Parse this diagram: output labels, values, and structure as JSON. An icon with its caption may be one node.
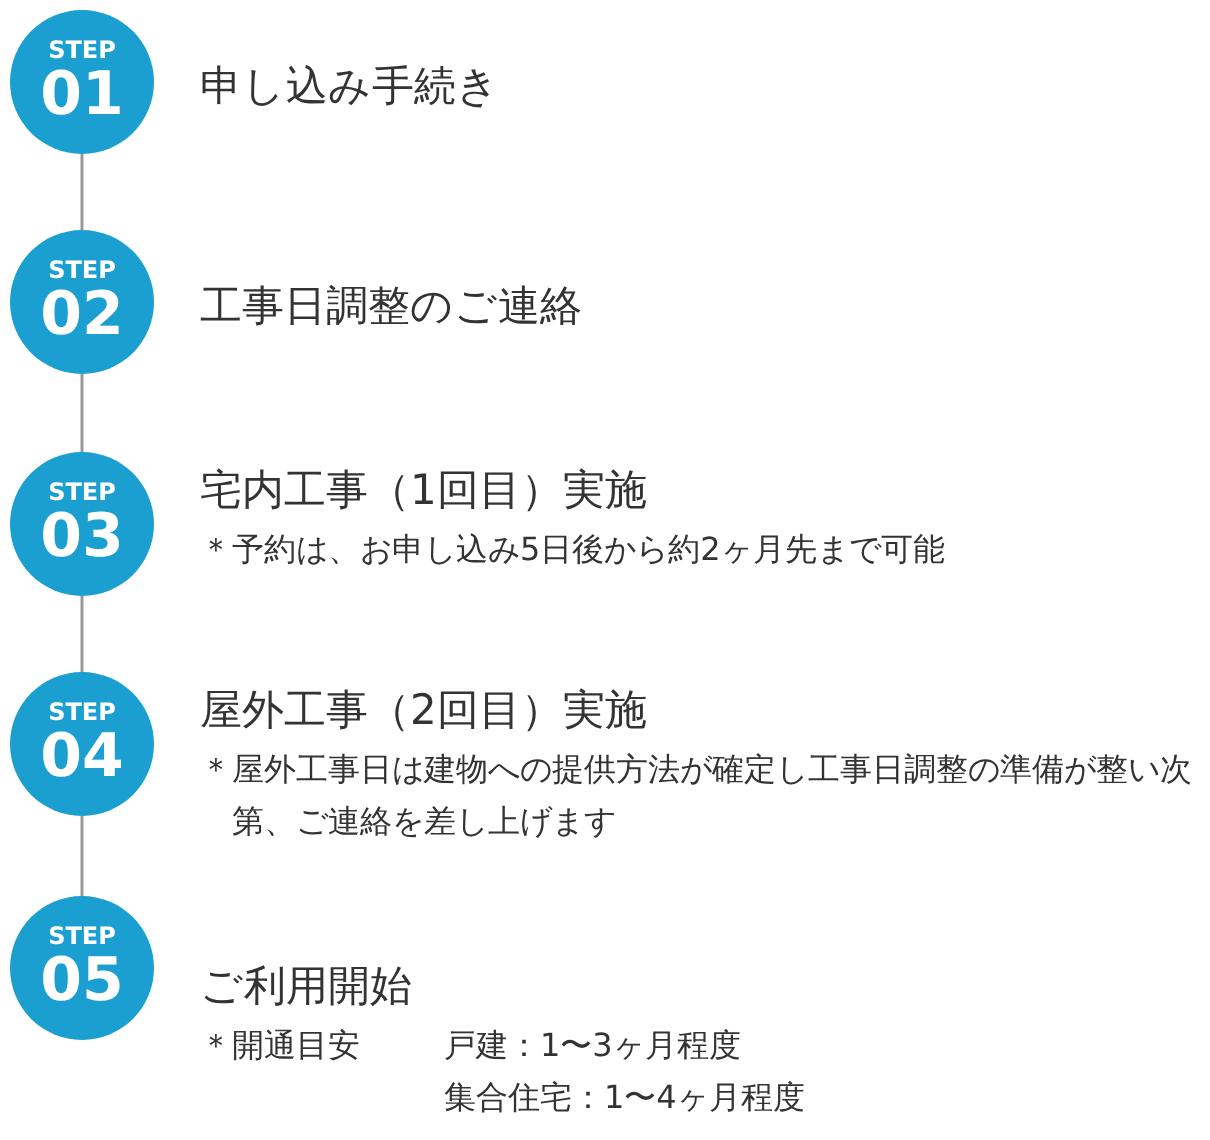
{
  "diagram": {
    "nodes": [
      {
        "text": [
          "STEP",
          "01"
        ],
        "beside": [
          "申し込み手続き"
        ]
      },
      {
        "text": [
          "STEP",
          "02"
        ],
        "beside": [
          "工事日調整のご連絡"
        ]
      },
      {
        "text": [
          "STEP",
          "03"
        ],
        "beside": [
          "宅内工事（1回目）実施",
          "＊予約は、お申し込み5日後から約2ヶ月先まで可能"
        ]
      },
      {
        "text": [
          "STEP",
          "04"
        ],
        "beside": [
          "屋外工事（2回目）実施",
          "＊屋外工事日は建物への提供方法が確定し工事日調整の準備が整い次第、ご連絡を差し上げます"
        ]
      },
      {
        "text": [
          "STEP",
          "05"
        ],
        "beside": [
          "ご利用開始",
          "＊開通目安",
          "戸建：1〜3ヶ月程度",
          "集合住宅：1〜4ヶ月程度"
        ]
      }
    ],
    "edges": [
      {
        "from": 0,
        "to": 1,
        "arrow": "none"
      },
      {
        "from": 1,
        "to": 2,
        "arrow": "none"
      },
      {
        "from": 2,
        "to": 3,
        "arrow": "none"
      },
      {
        "from": 3,
        "to": 4,
        "arrow": "none"
      }
    ]
  }
}
